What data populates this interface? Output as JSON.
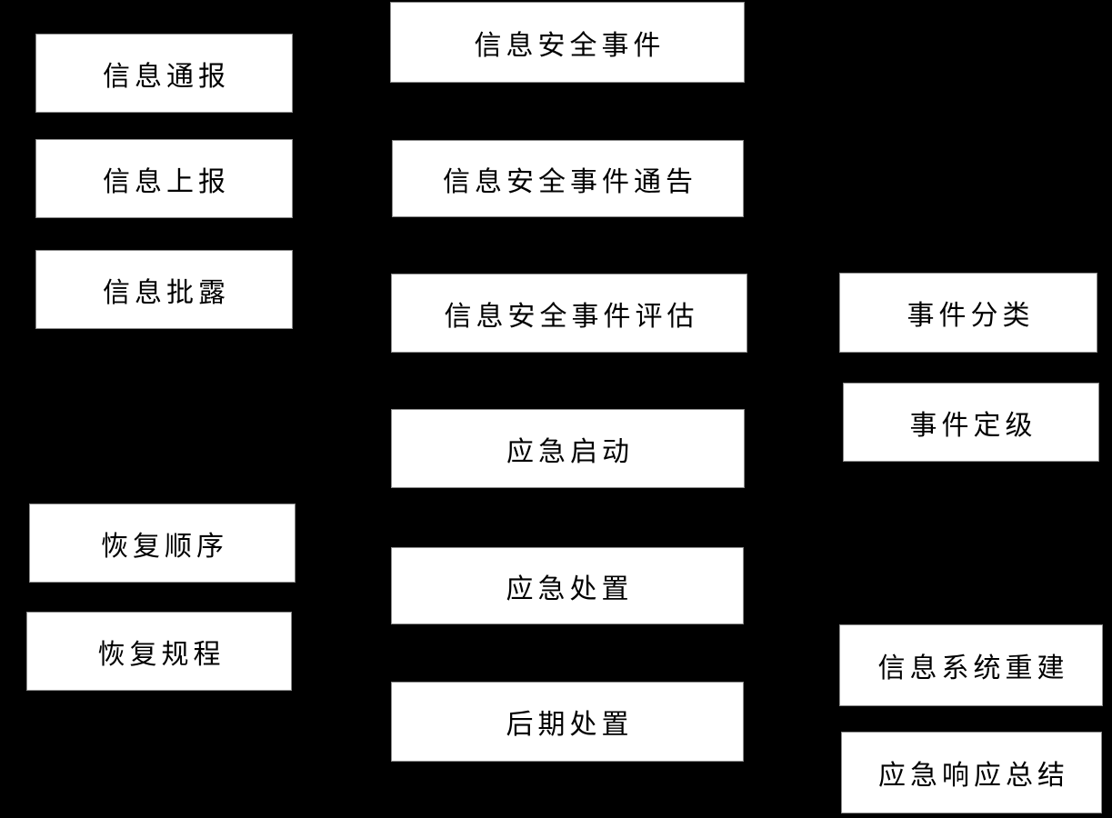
{
  "diagram": {
    "type": "flowchart",
    "background_color": "#000000",
    "node_fill_color": "#ffffff",
    "node_text_color": "#000000",
    "node_border_color": "#8c8c8c",
    "left_column": {
      "info_notification": "信息通报",
      "info_escalation": "信息上报",
      "info_disclosure": "信息批露",
      "recovery_order": "恢复顺序",
      "recovery_procedure": "恢复规程"
    },
    "center_column": {
      "security_incident": "信息安全事件",
      "security_incident_notice": "信息安全事件通告",
      "security_incident_assessment": "信息安全事件评估",
      "emergency_start": "应急启动",
      "emergency_handling": "应急处置",
      "post_incident_handling": "后期处置"
    },
    "right_column": {
      "incident_classification": "事件分类",
      "incident_grading": "事件定级",
      "info_system_rebuild": "信息系统重建",
      "emergency_response_summary": "应急响应总结"
    }
  }
}
